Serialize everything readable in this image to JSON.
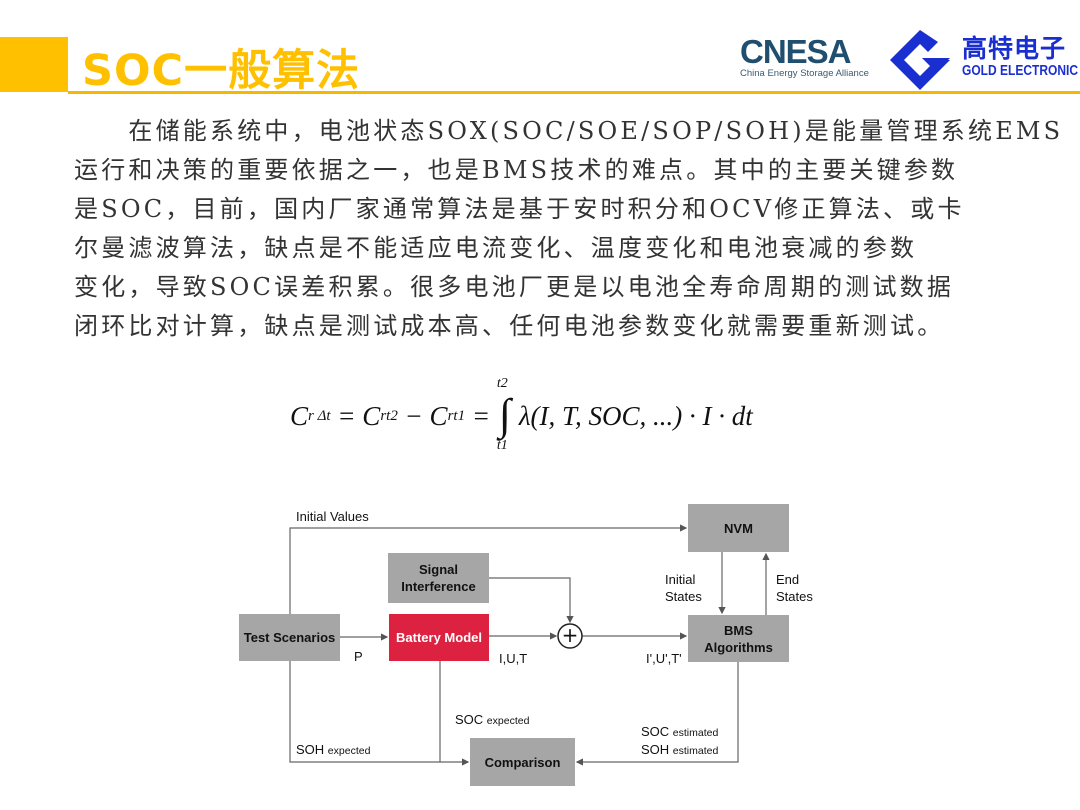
{
  "header": {
    "title": "SOC一般算法",
    "logo_cnesa": "CNESA",
    "logo_cnesa_sub": "China Energy Storage Alliance",
    "logo_gold_cn": "高特电子",
    "logo_gold_en": "GOLD ELECTRONIC",
    "accent_color": "#FFC000"
  },
  "body": {
    "lines": [
      "　　在储能系统中，电池状态SOX(SOC/SOE/SOP/SOH)是能量管理系统EMS",
      "运行和决策的重要依据之一，也是BMS技术的难点。其中的主要关键参数",
      "是SOC，目前，国内厂家通常算法是基于安时积分和OCV修正算法、或卡",
      "尔曼滤波算法，缺点是不能适应电流变化、温度变化和电池衰减的参数",
      "变化，导致SOC误差积累。很多电池厂更是以电池全寿命周期的测试数据",
      "闭环比对计算，缺点是测试成本高、任何电池参数变化就需要重新测试。"
    ]
  },
  "formula": {
    "lhs": "C",
    "lhs_sub": "r Δt",
    "eq1": " = C",
    "sub2": "rt2",
    "minus": " − C",
    "sub3": "rt1",
    "eq2": " = ",
    "upper": "t2",
    "lower": "t1",
    "integrand": "λ(I, T, SOC, ...) · I · dt"
  },
  "diagram": {
    "boxes": {
      "test": "Test Scenarios",
      "signal": "Signal Interference",
      "battery": "Battery Model",
      "nvm": "NVM",
      "bms": "BMS Algorithms",
      "comparison": "Comparison"
    },
    "plus": "+",
    "labels": {
      "initial_values": "Initial Values",
      "p": "P",
      "iut": "I,U,T",
      "iut_prime": "I',U',T'",
      "initial_states": "Initial States",
      "end_states": "End States",
      "soc_expected_main": "SOC",
      "soc_expected_sub": "expected",
      "soh_expected_main": "SOH",
      "soh_expected_sub": "expected",
      "soc_estimated_main": "SOC",
      "soc_estimated_sub": "estimated",
      "soh_estimated_main": "SOH",
      "soh_estimated_sub": "estimated"
    },
    "battery_color": "#dc2240"
  }
}
